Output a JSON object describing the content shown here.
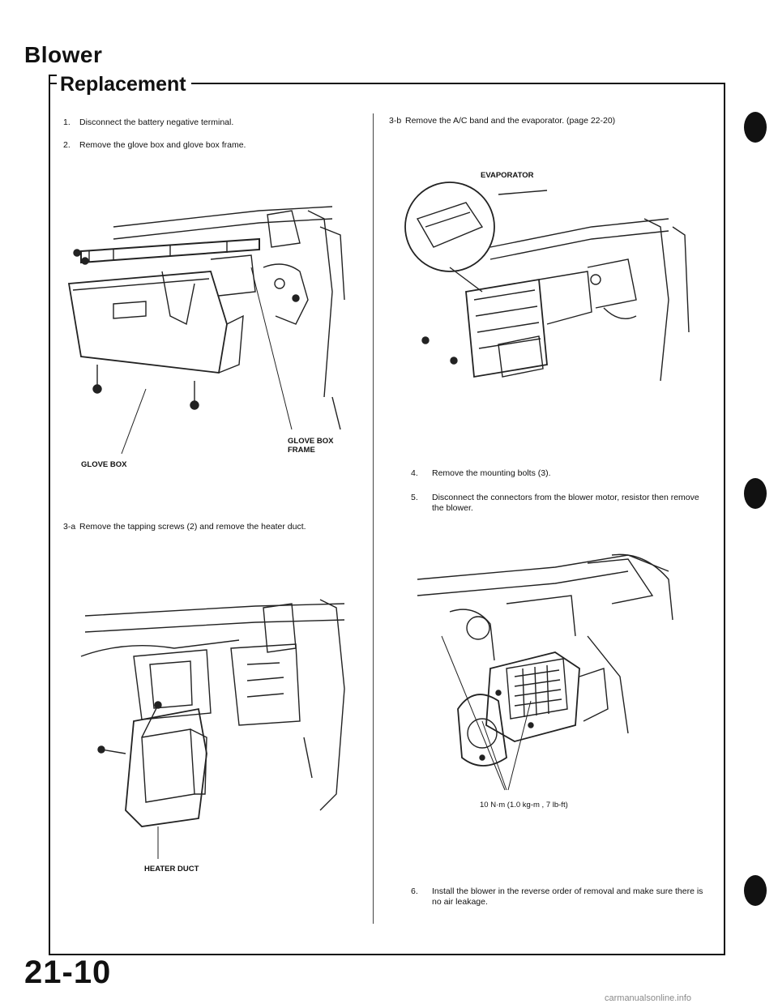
{
  "header": {
    "title": "Blower",
    "subtitle": "Replacement"
  },
  "steps_left": [
    {
      "num": "1.",
      "text": "Disconnect the battery negative terminal."
    },
    {
      "num": "2.",
      "text": "Remove the glove box and glove box frame."
    },
    {
      "num": "3-a",
      "text": "Remove the tapping screws (2) and remove the heater duct."
    }
  ],
  "steps_right": [
    {
      "num": "3-b",
      "text": "Remove the A/C band and the evaporator. (page 22-20)"
    },
    {
      "num": "4.",
      "text": "Remove the mounting bolts (3)."
    },
    {
      "num": "5.",
      "text": "Disconnect the connectors from the blower motor, resistor then remove the blower."
    },
    {
      "num": "6.",
      "text": "Install the blower in the reverse order of removal and make sure there is no air leakage."
    }
  ],
  "labels": {
    "glove_box": "GLOVE BOX",
    "glove_box_frame": "GLOVE BOX FRAME",
    "heater_duct": "HEATER DUCT",
    "evaporator": "EVAPORATOR",
    "torque": "10 N·m (1.0 kg-m , 7 lb-ft)"
  },
  "footer": {
    "page_number": "21-10",
    "watermark": "carmanualsonline.info"
  }
}
